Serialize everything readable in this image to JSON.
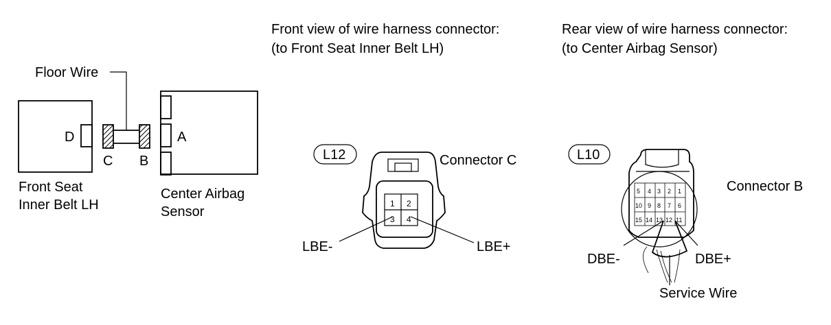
{
  "left_diagram": {
    "floor_wire_label": "Floor Wire",
    "seat_label_line1": "Front Seat",
    "seat_label_line2": "Inner Belt LH",
    "sensor_label_line1": "Center Airbag",
    "sensor_label_line2": "Sensor",
    "letter_d": "D",
    "letter_c": "C",
    "letter_b": "B",
    "letter_a": "A"
  },
  "front_view": {
    "heading_line1": "Front view of wire harness connector:",
    "heading_line2": "(to Front Seat Inner Belt LH)",
    "code": "L12",
    "connector_label": "Connector C",
    "pins": [
      "1",
      "2",
      "3",
      "4"
    ],
    "lbe_minus": "LBE-",
    "lbe_plus": "LBE+"
  },
  "rear_view": {
    "heading_line1": "Rear view of wire harness connector:",
    "heading_line2": "(to Center Airbag Sensor)",
    "code": "L10",
    "connector_label": "Connector B",
    "pin_rows": [
      [
        "5",
        "4",
        "3",
        "2",
        "1"
      ],
      [
        "10",
        "9",
        "8",
        "7",
        "6"
      ],
      [
        "15",
        "14",
        "13",
        "12",
        "11"
      ]
    ],
    "dbe_minus": "DBE-",
    "dbe_plus": "DBE+",
    "service_wire_label": "Service Wire"
  }
}
